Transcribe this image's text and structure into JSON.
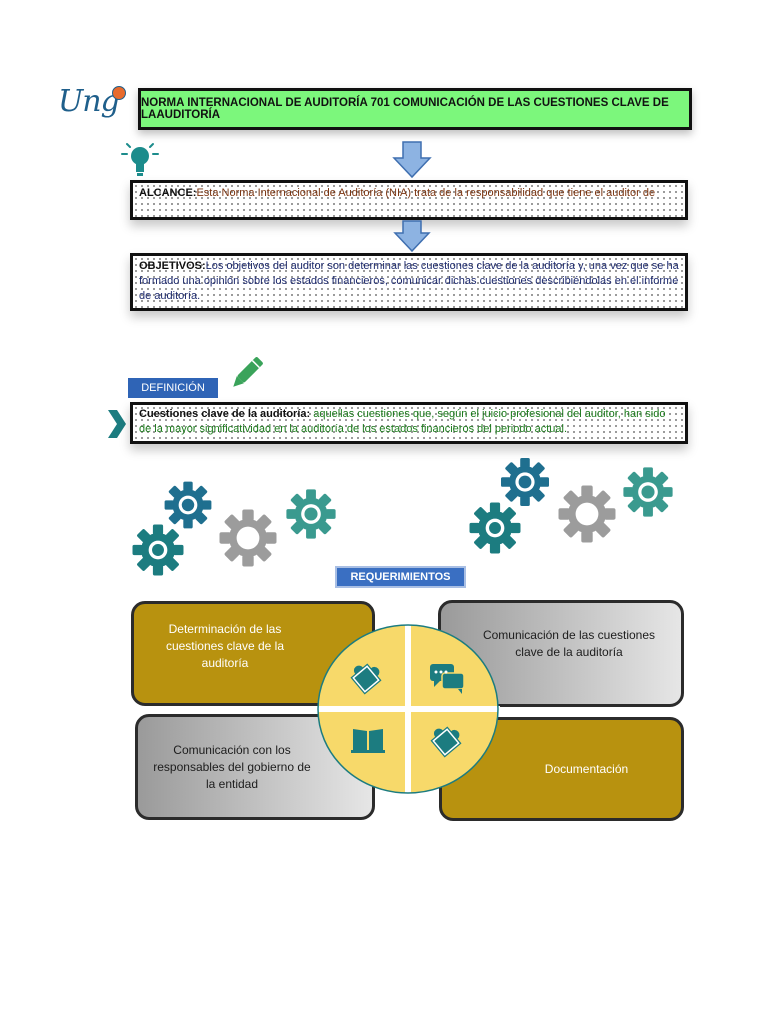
{
  "logo": {
    "text": "Ung"
  },
  "title": "NORMA INTERNACIONAL DE AUDITORÍA 701 COMUNICACIÓN DE LAS CUESTIONES CLAVE DE LAAUDITORÍA",
  "alcance": {
    "label": "ALCANCE:",
    "text": "Esta Norma Internacional de Auditoría (NIA) trata de la responsabilidad que tiene el auditor de"
  },
  "objetivos": {
    "label": "OBJETIVOS:",
    "text": "Los objetivos del auditor son determinar las cuestiones clave de la auditoría y, una vez que se ha formado una opinión sobre los estados financieros, comunicar dichas cuestiones describiéndolas en el informe de auditoría."
  },
  "definicion": {
    "tag": "DEFINICIÓN",
    "label": "Cuestiones clave de la auditoría:",
    "text": " aquellas cuestiones que, según el juicio profesional del auditor, han sido de la mayor significatividad en la auditoría de los estados financieros del periodo actual."
  },
  "requerimientos": {
    "tag": "REQUERIMIENTOS",
    "items": [
      "Determinación de las cuestiones clave de la auditoría",
      "Comunicación de las cuestiones clave de la auditoría",
      "Comunicación con los responsables del gobierno de la entidad",
      "Documentación"
    ]
  },
  "colors": {
    "title_bg": "#7cf77c",
    "gold": "#b8920f",
    "circle": "#f7d96a",
    "teal": "#1c7c80",
    "tag_blue": "#2f64b6"
  },
  "icons": [
    "lightbulb-icon",
    "down-arrow-icon",
    "pencil-icon",
    "chevron-right-icon",
    "gear-icon",
    "puzzle-icon",
    "chat-icon",
    "book-icon"
  ]
}
